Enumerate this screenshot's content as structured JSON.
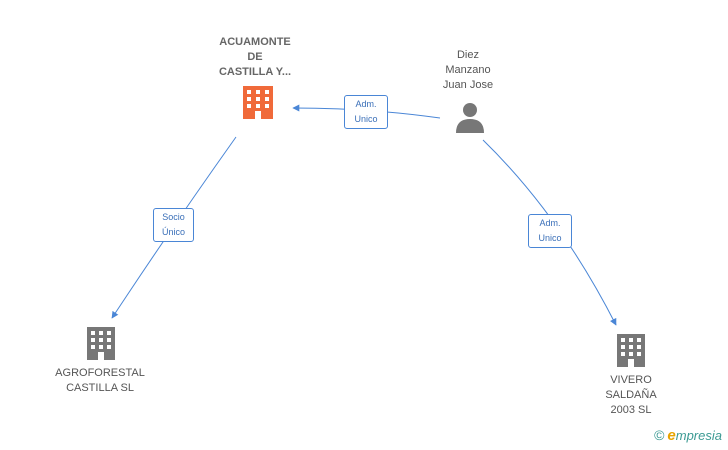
{
  "nodes": {
    "main_company": {
      "lines": [
        "ACUAMONTE",
        "DE",
        "CASTILLA Y..."
      ],
      "color": "#f06a3a"
    },
    "person": {
      "lines": [
        "Diez",
        "Manzano",
        "Juan Jose"
      ],
      "color": "#777777"
    },
    "agroforestal": {
      "lines": [
        "AGROFORESTAL",
        "CASTILLA SL"
      ],
      "color": "#777777"
    },
    "vivero": {
      "lines": [
        "VIVERO",
        "SALDAÑA",
        "2003 SL"
      ],
      "color": "#777777"
    }
  },
  "edges": {
    "person_to_main": {
      "lines": [
        "Adm.",
        "Unico"
      ]
    },
    "main_to_agro": {
      "lines": [
        "Socio",
        "Único"
      ]
    },
    "person_to_vivero": {
      "lines": [
        "Adm.",
        "Unico"
      ]
    }
  },
  "colors": {
    "edge": "#4a86d6"
  },
  "brand": {
    "copyright": "©",
    "initial": "e",
    "rest": "mpresia"
  }
}
